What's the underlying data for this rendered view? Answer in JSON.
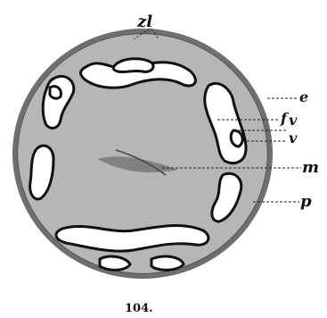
{
  "figure": {
    "labels": {
      "zl": "zl",
      "e": "e",
      "f": "f",
      "v1": "v",
      "v2": "v",
      "m": "m",
      "p": "p"
    },
    "caption": "104."
  }
}
